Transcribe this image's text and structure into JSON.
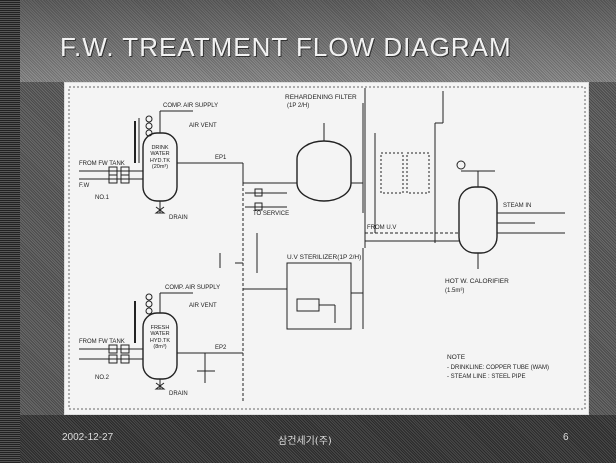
{
  "slide": {
    "title": "F.W. TREATMENT FLOW DIAGRAM",
    "footer_date": "2002-12-27",
    "footer_company": "삼건세기(주)",
    "page_number": "6"
  },
  "diagram": {
    "tank_top": {
      "line1": "DRINK",
      "line2": "WATER",
      "line3": "HYD.TK",
      "line4": "(20m³)"
    },
    "tank_bottom": {
      "line1": "FRESH",
      "line2": "WATER",
      "line3": "HYD.TK",
      "line4": "(8m³)"
    },
    "rehardening_filter": "REHARDENING FILTER",
    "rehardening_filter_sub": "(1P 2/H)",
    "uv_sterilizer": "U.V STERILIZER(1P 2/H)",
    "hot_water_calorifier": "HOT W. CALORIFIER",
    "hot_water_calorifier_sub": "(1.5m³)",
    "note_title": "NOTE",
    "note_line1": "- DRINKLINE: COPPER TUBE (WAM)",
    "note_line2": "- STEAM LINE : STEEL PIPE",
    "label_comp_air": "COMP. AIR SUPPLY",
    "label_air_vent": "AIR VENT",
    "label_from_fw_tank": "FROM FW TANK",
    "label_to_service": "TO SERVICE",
    "label_drain": "DRAIN",
    "label_steam_in": "STEAM IN",
    "label_from_uv": "FROM U.V",
    "label_ep1": "EP1",
    "label_ep2": "EP2",
    "label_no1": "NO.1",
    "label_no2": "NO.2",
    "label_fw": "F.W"
  }
}
